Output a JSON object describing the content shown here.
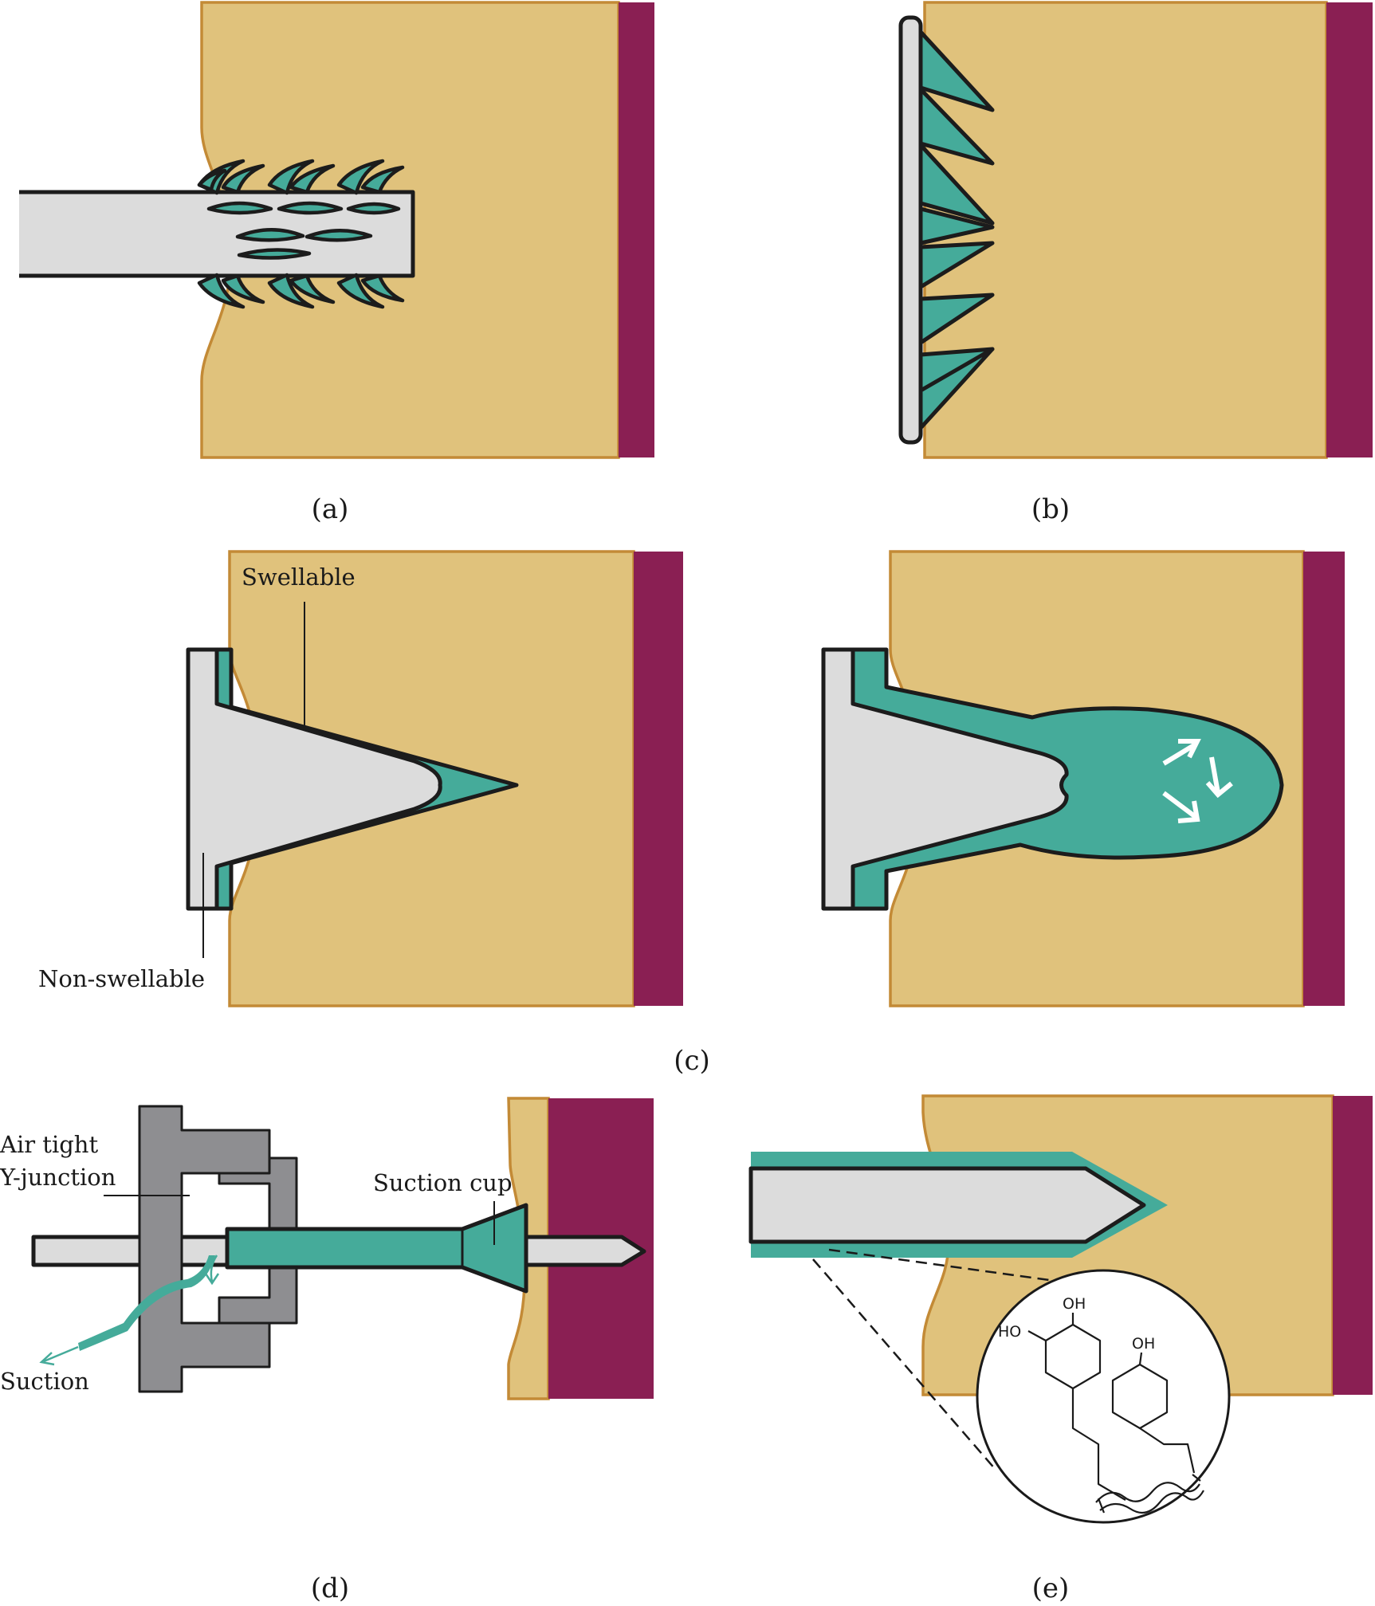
{
  "colors": {
    "tissue": "#e0c27c",
    "tissue_border": "#c38a36",
    "muscle": "#8a1f53",
    "swellable": "#45ab9a",
    "device": "#dcdcdc",
    "junction": "#8e8e91",
    "outline": "#1c1c1c"
  },
  "panels": {
    "a": {
      "caption": "(a)"
    },
    "b": {
      "caption": "(b)"
    },
    "c": {
      "caption": "(c)",
      "swellable_label": "Swellable",
      "nonswellable_label": "Non-swellable"
    },
    "d": {
      "caption": "(d)",
      "junction_label_line1": "Air tight",
      "junction_label_line2": "Y-junction",
      "suction_cup_label": "Suction cup",
      "suction_label": "Suction"
    },
    "e": {
      "caption": "(e)",
      "hydroxyl_1": "OH",
      "hydroxyl_2": "HO",
      "hydroxyl_3": "OH"
    }
  }
}
